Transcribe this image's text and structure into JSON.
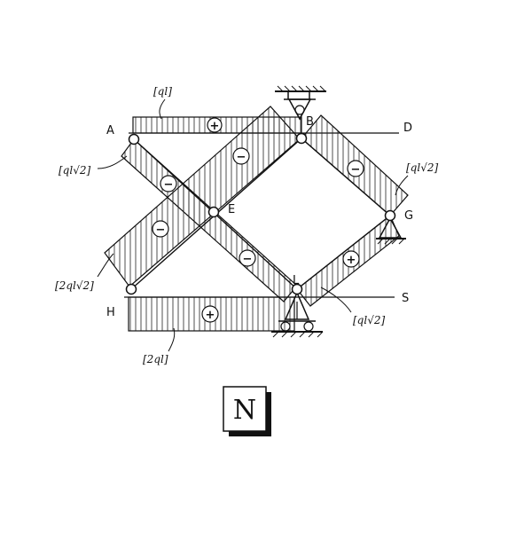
{
  "nodes": {
    "A": "A",
    "B": "B",
    "D": "D",
    "E": "E",
    "G": "G",
    "H": "H",
    "L": "L",
    "S": "S"
  },
  "labels": {
    "top_chord": "[ql]",
    "bottom_chord": "[2ql]",
    "member_AE": "[ql√2]",
    "member_HE": "[2ql√2]",
    "member_BG": "[ql√2]",
    "member_GL": "[ql√2]"
  },
  "signs": {
    "plus": "+",
    "minus": "−"
  },
  "badge": "N"
}
